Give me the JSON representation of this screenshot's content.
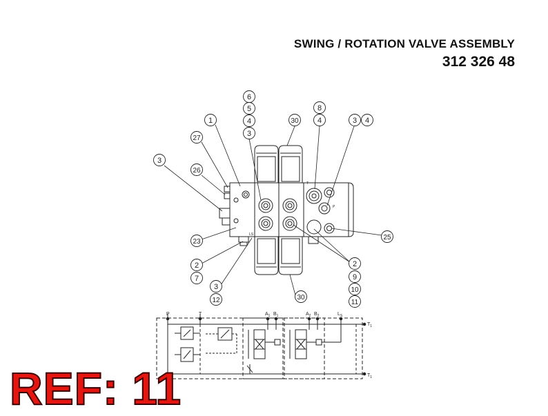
{
  "title": {
    "line1": "SWING / ROTATION VALVE ASSEMBLY",
    "line2": "312 326 48"
  },
  "ref_label": "REF: 11",
  "callouts": [
    {
      "id": "c6",
      "text": "6"
    },
    {
      "id": "c5",
      "text": "5"
    },
    {
      "id": "c4a",
      "text": "4"
    },
    {
      "id": "c3a",
      "text": "3"
    },
    {
      "id": "c1",
      "text": "1"
    },
    {
      "id": "c27",
      "text": "27"
    },
    {
      "id": "c3b",
      "text": "3"
    },
    {
      "id": "c26",
      "text": "26"
    },
    {
      "id": "c23",
      "text": "23"
    },
    {
      "id": "c2a",
      "text": "2"
    },
    {
      "id": "c7",
      "text": "7"
    },
    {
      "id": "c3c",
      "text": "3"
    },
    {
      "id": "c12",
      "text": "12"
    },
    {
      "id": "c30a",
      "text": "30"
    },
    {
      "id": "c30b",
      "text": "30"
    },
    {
      "id": "c8",
      "text": "8"
    },
    {
      "id": "c4b",
      "text": "4"
    },
    {
      "id": "c3d",
      "text": "3"
    },
    {
      "id": "c4c",
      "text": "4"
    },
    {
      "id": "c25",
      "text": "25"
    },
    {
      "id": "c2b",
      "text": "2"
    },
    {
      "id": "c9",
      "text": "9"
    },
    {
      "id": "c10",
      "text": "10"
    },
    {
      "id": "c11",
      "text": "11"
    }
  ],
  "port_labels": {
    "p": "P",
    "t": "T",
    "a1": "A",
    "a1_sub": "1",
    "b1": "B",
    "b1_sub": "1",
    "a2": "A",
    "a2_sub": "2",
    "b2": "B",
    "b2_sub": "2",
    "ls": "L",
    "ls_sub": "S",
    "t1_top": "T",
    "t1_top_sub": "1",
    "t1_bottom": "T",
    "t1_bottom_sub": "1",
    "body_ls": "LS",
    "body_t": "T",
    "body_p": "P"
  }
}
